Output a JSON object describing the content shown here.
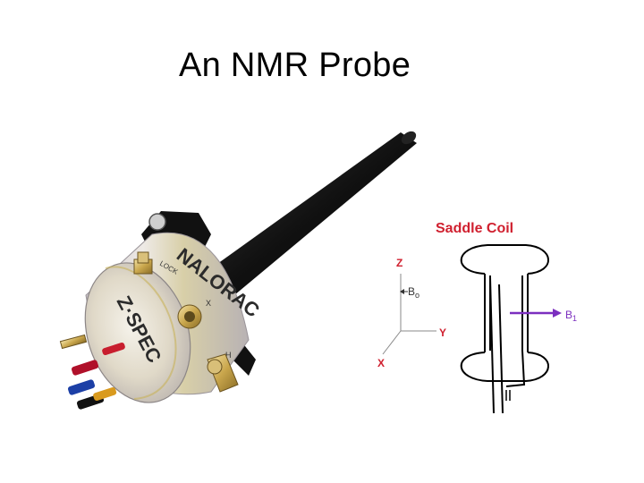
{
  "slide": {
    "title": "An NMR Probe"
  },
  "probe": {
    "brand": "NALORAC",
    "model": "Z·SPEC",
    "port_labels": {
      "lock": "LOCK",
      "x": "X",
      "h": "H"
    }
  },
  "coil_diagram": {
    "title": "Saddle Coil",
    "axes": {
      "z": "Z",
      "y": "Y",
      "x": "X"
    },
    "field_static": {
      "symbol": "B",
      "subscript": "o"
    },
    "field_rf": {
      "symbol": "B",
      "subscript": "1"
    },
    "colors": {
      "title": "#d0202f",
      "axis_labels": "#d0202f",
      "rf_field": "#7b2fbf",
      "static_field": "#333333"
    }
  }
}
